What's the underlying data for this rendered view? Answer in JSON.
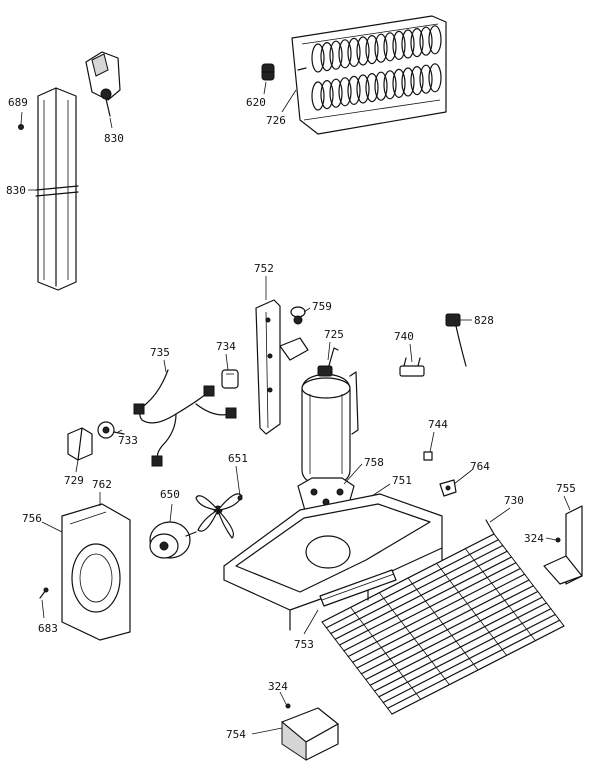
{
  "labels": {
    "l689": "689",
    "l830a": "830",
    "l830b": "830",
    "l620": "620",
    "l726": "726",
    "l752": "752",
    "l759": "759",
    "l725": "725",
    "l740": "740",
    "l828": "828",
    "l735": "735",
    "l734": "734",
    "l744": "744",
    "l729": "729",
    "l733": "733",
    "l651": "651",
    "l758": "758",
    "l764": "764",
    "l762": "762",
    "l650": "650",
    "l751": "751",
    "l730": "730",
    "l755": "755",
    "l756": "756",
    "l324a": "324",
    "l683": "683",
    "l753": "753",
    "l324b": "324",
    "l754": "754"
  }
}
